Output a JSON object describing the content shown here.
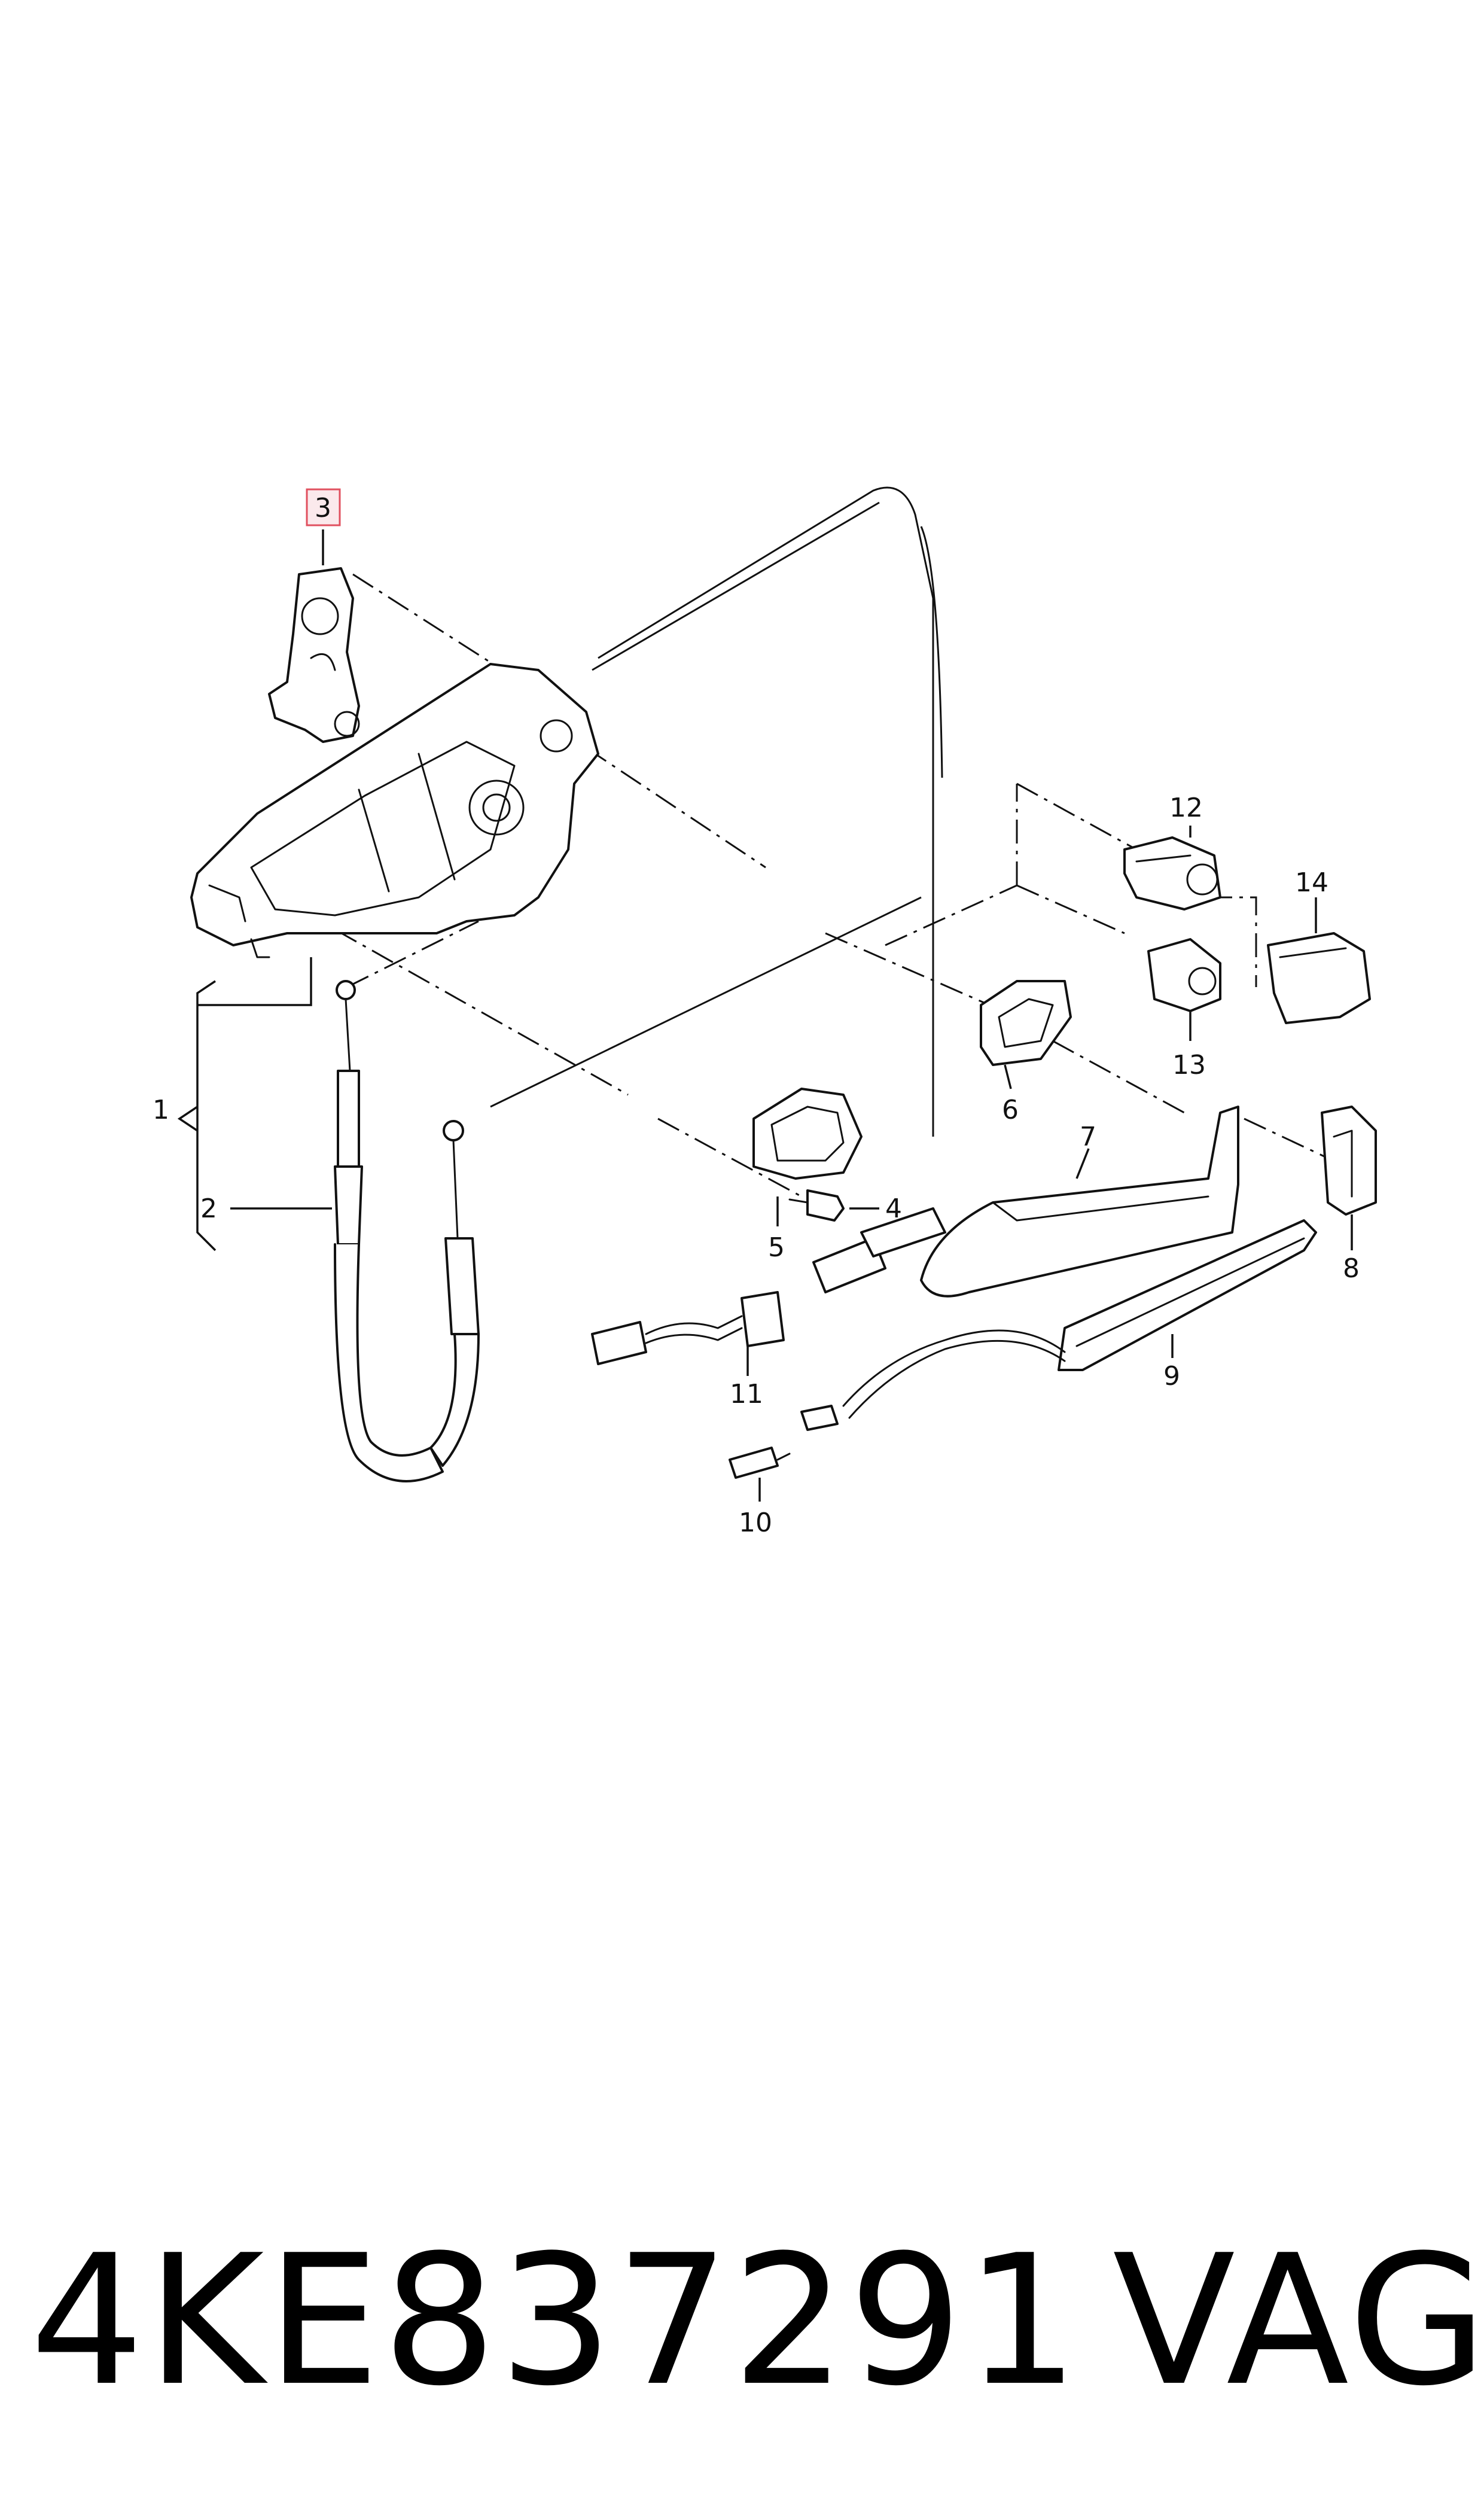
{
  "diagram": {
    "callouts": {
      "c1": "1",
      "c2": "2",
      "c3": "3",
      "c4": "4",
      "c5": "5",
      "c6": "6",
      "c7": "7",
      "c8": "8",
      "c9": "9",
      "c10": "10",
      "c11": "11",
      "c12": "12",
      "c13": "13",
      "c14": "14"
    },
    "highlighted_callout": "3",
    "highlight_color": "#e0505f"
  },
  "footer": {
    "part_number": "4KE837291",
    "brand": "VAG"
  }
}
